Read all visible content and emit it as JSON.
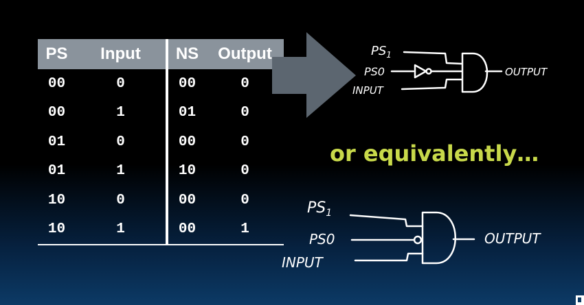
{
  "table": {
    "headers": [
      "PS",
      "Input",
      "NS",
      "Output"
    ],
    "rows": [
      [
        "00",
        "0",
        "00",
        "0"
      ],
      [
        "00",
        "1",
        "01",
        "0"
      ],
      [
        "01",
        "0",
        "00",
        "0"
      ],
      [
        "01",
        "1",
        "10",
        "0"
      ],
      [
        "10",
        "0",
        "00",
        "0"
      ],
      [
        "10",
        "1",
        "00",
        "1"
      ]
    ]
  },
  "circuit_top": {
    "labels": {
      "ps1": "PS",
      "ps1_sub": "1",
      "ps0": "PS0",
      "input": "INPUT",
      "output": "OUTPUT"
    }
  },
  "equivalently_text": "or equivalently…",
  "circuit_bottom": {
    "labels": {
      "ps1": "PS",
      "ps1_sub": "1",
      "ps0": "PS0",
      "input": "INPUT",
      "output": "OUTPUT"
    }
  },
  "colors": {
    "header_bg": "#8a939c",
    "arrow": "#5c6670",
    "accent_text": "#c8d94a"
  },
  "icons": {
    "arrow": "right-arrow-icon",
    "and_gate": "and-gate-icon",
    "not_gate": "not-gate-icon"
  }
}
